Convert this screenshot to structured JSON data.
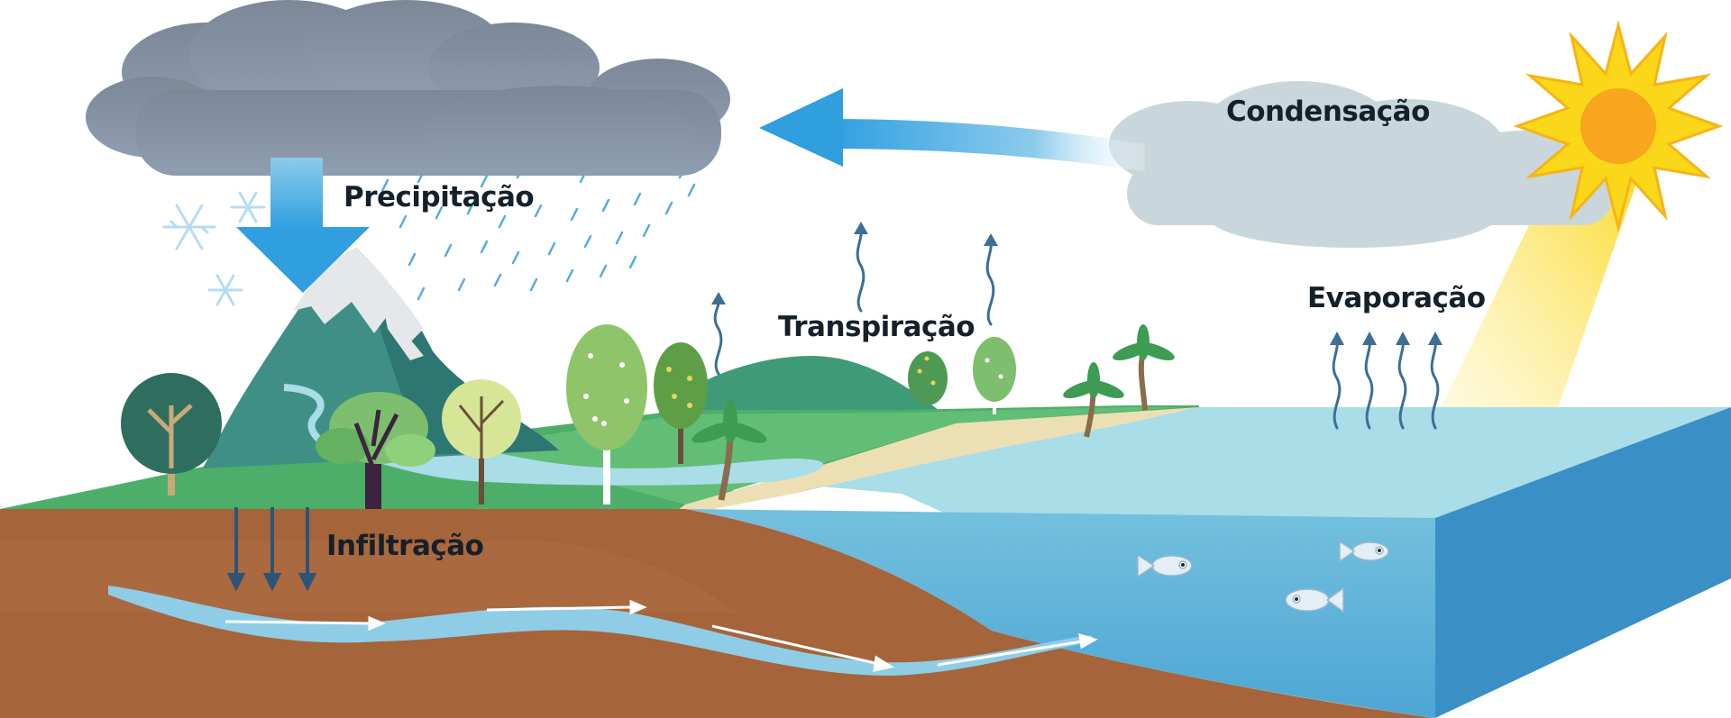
{
  "labels": {
    "precipitation": "Precipitação",
    "condensation": "Condensação",
    "transpiration": "Transpiração",
    "evaporation": "Evaporação",
    "infiltration": "Infiltração"
  },
  "colors": {
    "sky": "#ffffff",
    "rain_cloud": "#7d8b9c",
    "light_cloud": "#c9d7dc",
    "blue_arrow": "#2f9fe0",
    "sun": "#f9a51d",
    "sun_rays": "#fbd719",
    "grass": "#4dae6a",
    "soil": "#a5643a",
    "ocean_top": "#a9dde7",
    "ocean_front": "#6ab8d8",
    "ocean_side": "#3a8fc6",
    "vapor_arrow": "#3c6e96",
    "groundwater": "#8fcde6"
  },
  "icons": [
    "snowflake-icon",
    "fish-icon",
    "sun-icon",
    "tree-icon",
    "palm-tree-icon",
    "rain-cloud-icon"
  ]
}
